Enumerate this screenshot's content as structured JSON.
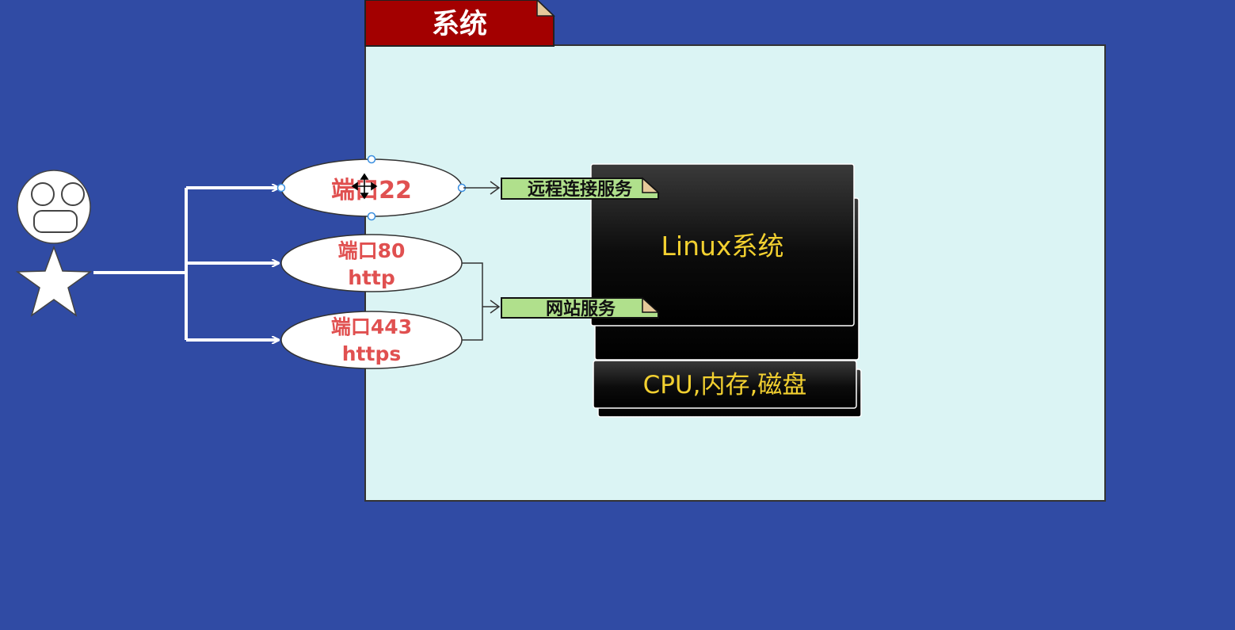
{
  "system": {
    "title": "系统"
  },
  "ports": [
    {
      "line1": "端口22",
      "line2": ""
    },
    {
      "line1": "端口80",
      "line2": "http"
    },
    {
      "line1": "端口443",
      "line2": "https"
    }
  ],
  "notes": {
    "remote": "远程连接服务",
    "web": "网站服务"
  },
  "blocks": {
    "linux": "Linux系统",
    "hardware": "CPU,内存,磁盘"
  },
  "colors": {
    "background": "#304ba4",
    "system_fill": "#dbf4f4",
    "title_fill": "#a30000",
    "port_text": "#e05050",
    "note_fill": "#b0e08c",
    "block_text": "#f2d030",
    "connector": "#ffffff"
  }
}
